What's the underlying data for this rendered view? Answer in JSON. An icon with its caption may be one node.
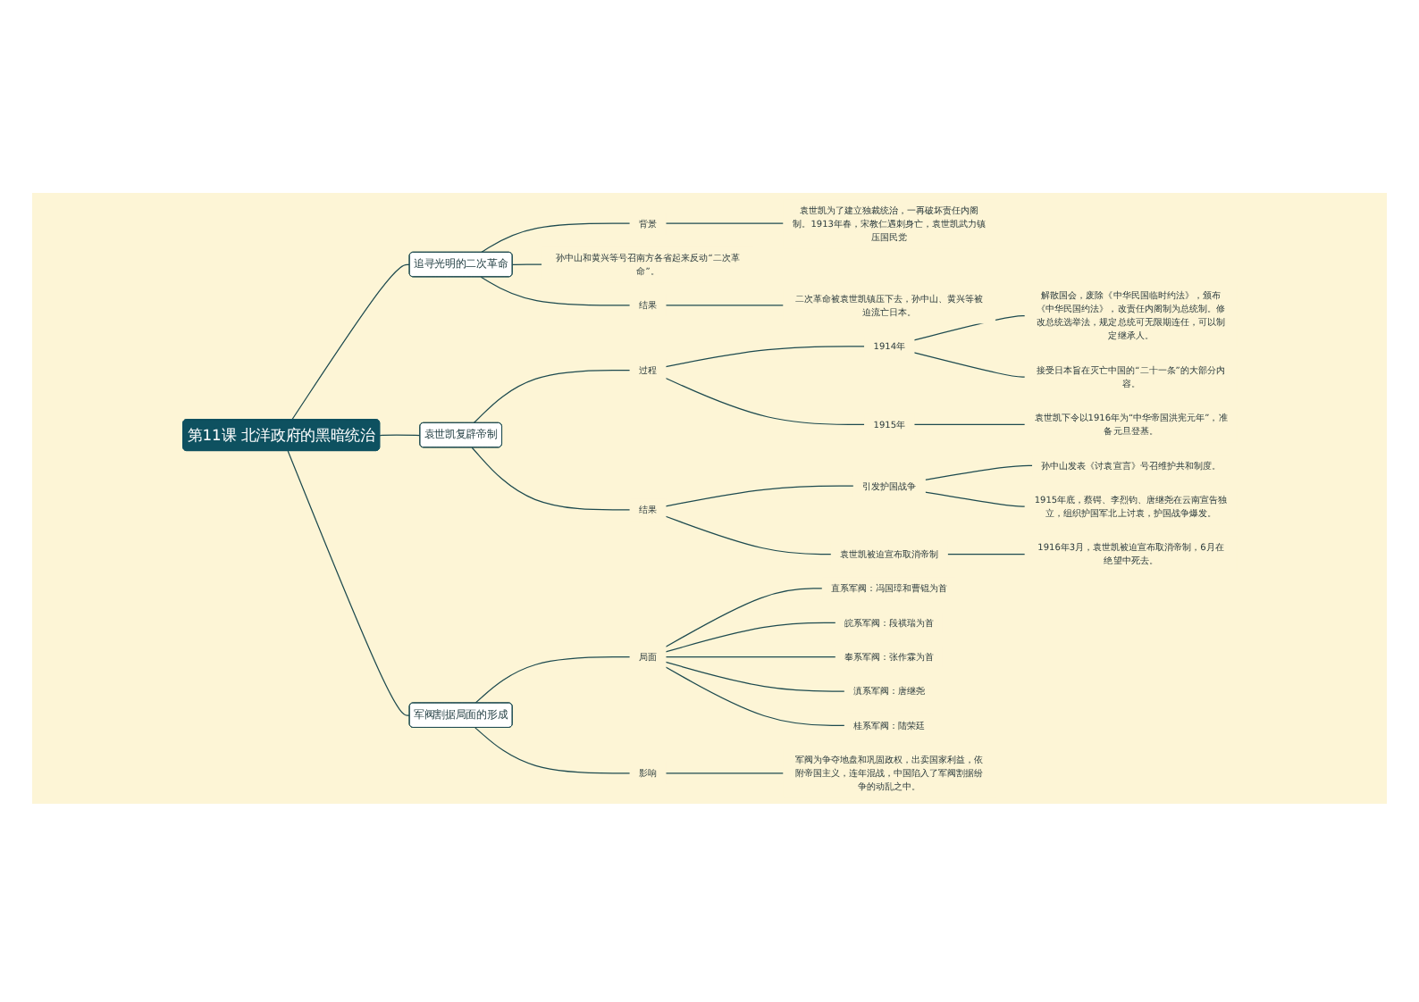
{
  "diagram": {
    "nodes": [
      {
        "text": [
          "第11课 北洋政府的黑暗统治"
        ]
      },
      {
        "text": [
          "追寻光明的二次革命"
        ]
      },
      {
        "text": [
          "背景"
        ]
      },
      {
        "text": [
          "袁世凯为了建立独裁统治，一再破坏责任内阁制。1913年春，宋教仁遇刺身亡，袁世凯武力镇压国民党"
        ]
      },
      {
        "text": [
          "孙中山和黄兴等号召南方各省起来反动“二次革命”。"
        ]
      },
      {
        "text": [
          "结果"
        ]
      },
      {
        "text": [
          "二次革命被袁世凯镇压下去，孙中山、黄兴等被迫流亡日本。"
        ]
      },
      {
        "text": [
          "袁世凯复辟帝制"
        ]
      },
      {
        "text": [
          "过程"
        ]
      },
      {
        "text": [
          "1914年"
        ]
      },
      {
        "text": [
          "解散国会，废除《中华民国临时约法》，颁布《中华民国约法》，改责任内阁制为总统制。修改总统选举法，规定总统可无限期连任，可以制定继承人。"
        ]
      },
      {
        "text": [
          "接受日本旨在灭亡中国的“二十一条”的大部分内容。"
        ]
      },
      {
        "text": [
          "1915年"
        ]
      },
      {
        "text": [
          "袁世凯下令以1916年为“中华帝国洪宪元年”，准备元旦登基。"
        ]
      },
      {
        "text": [
          "结果"
        ]
      },
      {
        "text": [
          "引发护国战争"
        ]
      },
      {
        "text": [
          "孙中山发表《讨袁宣言》号召维护共和制度。"
        ]
      },
      {
        "text": [
          "1915年底，蔡锷、李烈钧、唐继尧在云南宣告独立，组织护国军北上讨袁，护国战争爆发。"
        ]
      },
      {
        "text": [
          "袁世凯被迫宣布取消帝制"
        ]
      },
      {
        "text": [
          "1916年3月，袁世凯被迫宣布取消帝制，6月在绝望中死去。"
        ]
      },
      {
        "text": [
          "军阀割据局面的形成"
        ]
      },
      {
        "text": [
          "局面"
        ]
      },
      {
        "text": [
          "直系军阀：冯国璋和曹锟为首"
        ]
      },
      {
        "text": [
          "皖系军阀：段祺瑞为首"
        ]
      },
      {
        "text": [
          "奉系军阀：张作霖为首"
        ]
      },
      {
        "text": [
          "滇系军阀：唐继尧"
        ]
      },
      {
        "text": [
          "桂系军阀：陆荣廷"
        ]
      },
      {
        "text": [
          "影响"
        ]
      },
      {
        "text": [
          "军阀为争夺地盘和巩固政权，出卖国家利益，依附帝国主义，连年混战，中国陷入了军阀割据纷争的动乱之中。"
        ]
      }
    ],
    "edges": [
      {
        "from": 0,
        "to": 1,
        "arrow": "none"
      },
      {
        "from": 1,
        "to": 2,
        "arrow": "none"
      },
      {
        "from": 2,
        "to": 3,
        "arrow": "none"
      },
      {
        "from": 1,
        "to": 4,
        "arrow": "none"
      },
      {
        "from": 1,
        "to": 5,
        "arrow": "none"
      },
      {
        "from": 5,
        "to": 6,
        "arrow": "none"
      },
      {
        "from": 0,
        "to": 7,
        "arrow": "none"
      },
      {
        "from": 7,
        "to": 8,
        "arrow": "none"
      },
      {
        "from": 8,
        "to": 9,
        "arrow": "none"
      },
      {
        "from": 9,
        "to": 10,
        "arrow": "none"
      },
      {
        "from": 9,
        "to": 11,
        "arrow": "none"
      },
      {
        "from": 8,
        "to": 12,
        "arrow": "none"
      },
      {
        "from": 12,
        "to": 13,
        "arrow": "none"
      },
      {
        "from": 7,
        "to": 14,
        "arrow": "none"
      },
      {
        "from": 14,
        "to": 15,
        "arrow": "none"
      },
      {
        "from": 15,
        "to": 16,
        "arrow": "none"
      },
      {
        "from": 15,
        "to": 17,
        "arrow": "none"
      },
      {
        "from": 14,
        "to": 18,
        "arrow": "none"
      },
      {
        "from": 18,
        "to": 19,
        "arrow": "none"
      },
      {
        "from": 0,
        "to": 20,
        "arrow": "none"
      },
      {
        "from": 20,
        "to": 21,
        "arrow": "none"
      },
      {
        "from": 21,
        "to": 22,
        "arrow": "none"
      },
      {
        "from": 21,
        "to": 23,
        "arrow": "none"
      },
      {
        "from": 21,
        "to": 24,
        "arrow": "none"
      },
      {
        "from": 21,
        "to": 25,
        "arrow": "none"
      },
      {
        "from": 21,
        "to": 26,
        "arrow": "none"
      },
      {
        "from": 20,
        "to": 27,
        "arrow": "none"
      },
      {
        "from": 27,
        "to": 28,
        "arrow": "none"
      }
    ]
  }
}
